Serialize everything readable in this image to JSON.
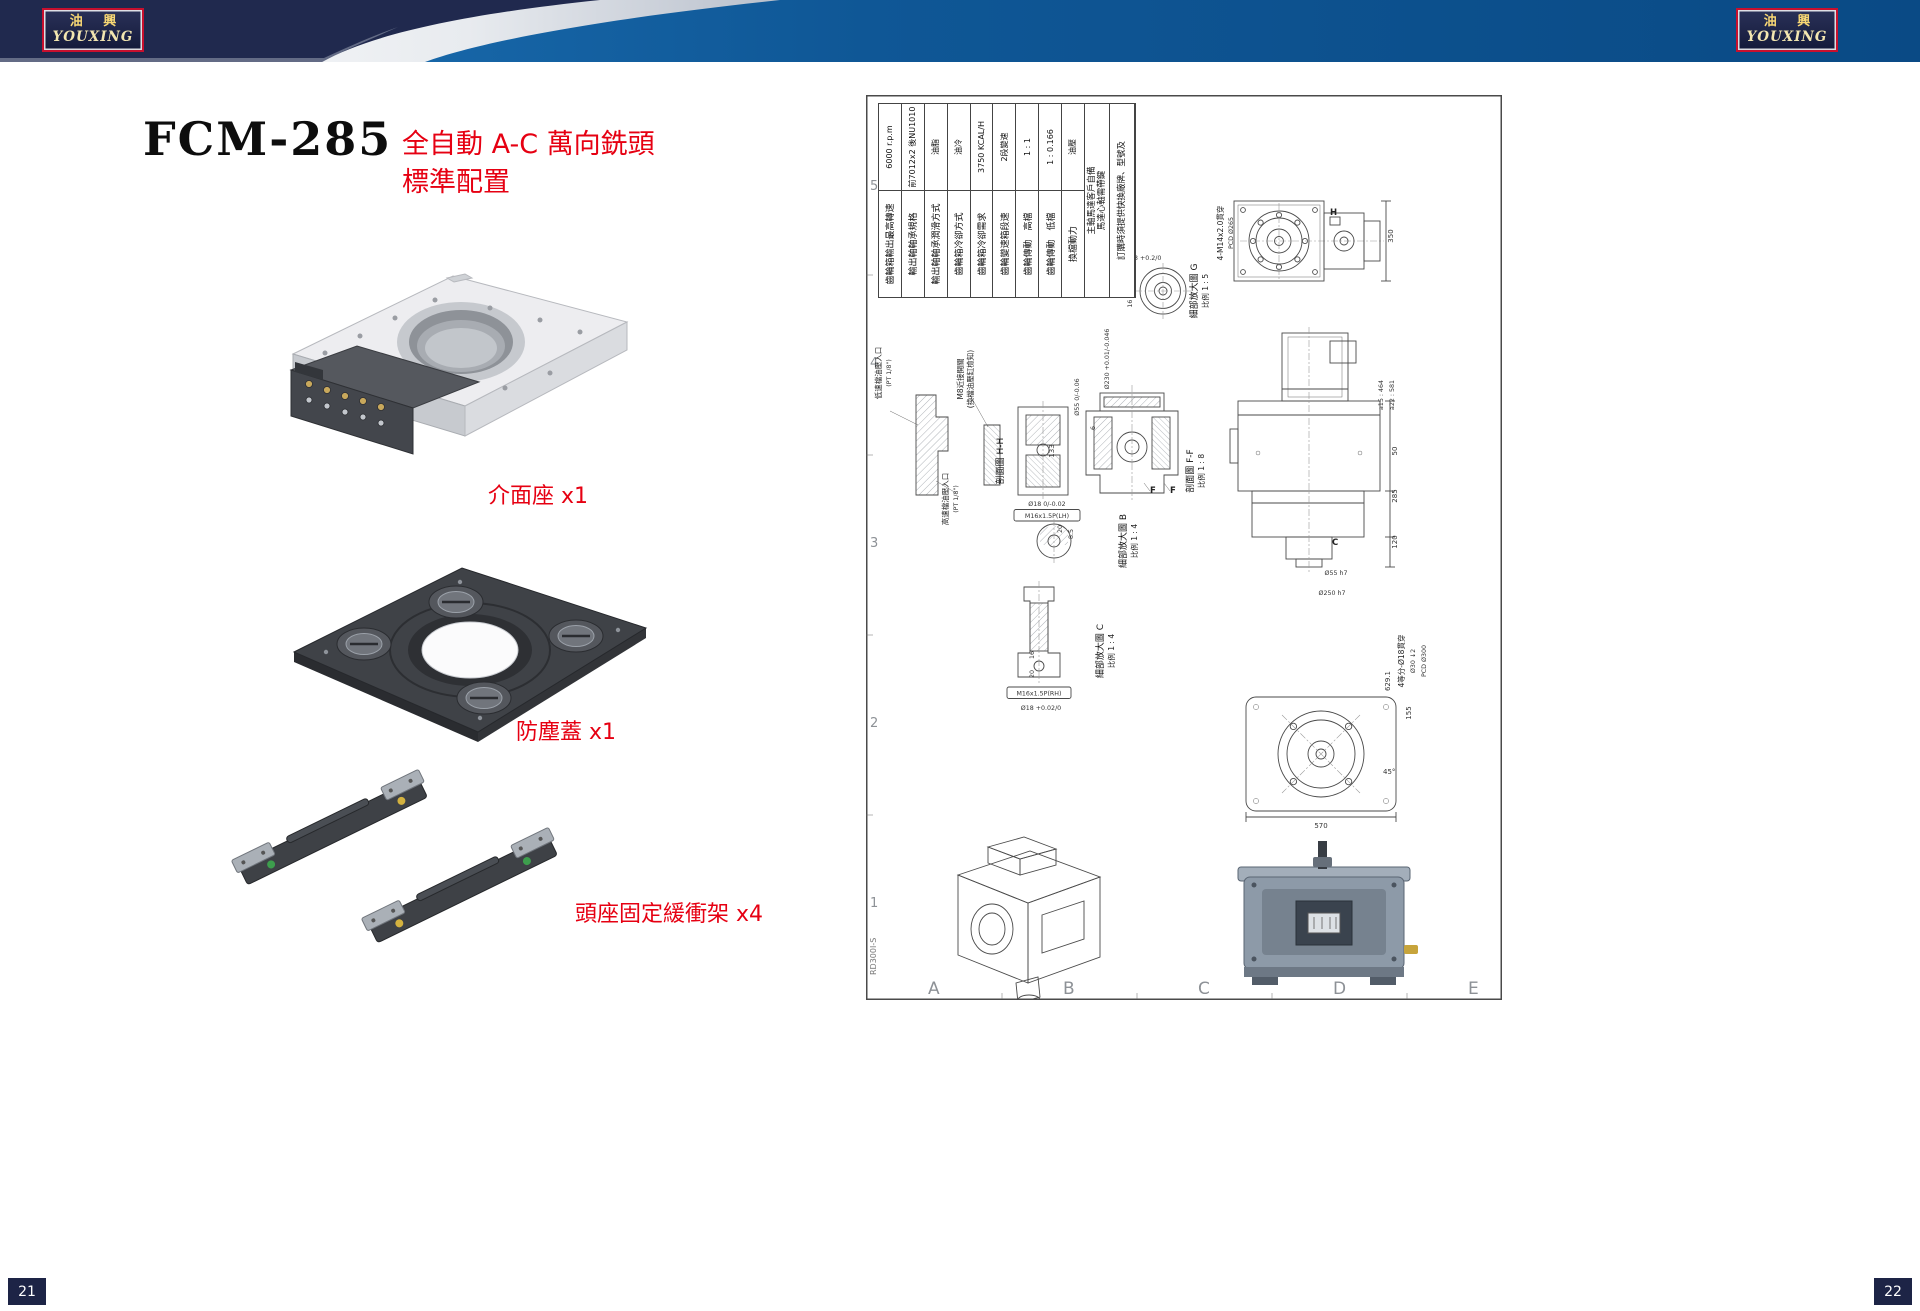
{
  "brand": {
    "logo_cn": "油 興",
    "logo_en": "YOUXING"
  },
  "footer": {
    "left_page_number": "21",
    "right_page_number": "22"
  },
  "left_page": {
    "model": "FCM-285",
    "subtitle_line1": "全自動 A-C 萬向銑頭",
    "subtitle_line2": "標準配置",
    "parts": {
      "interface_seat_label": "介面座 x1",
      "dust_cover_label": "防塵蓋 x1",
      "bracket_label": "頭座固定緩衝架 x4"
    }
  },
  "sheet": {
    "doc_number": "RD300I-S",
    "grid_rows": [
      "5",
      "4",
      "3",
      "2",
      "1"
    ],
    "grid_cols": [
      "A",
      "B",
      "C",
      "D",
      "E"
    ],
    "spec_table": {
      "rows": [
        {
          "label": "齒輪箱輸出最高轉速",
          "value": "6000 r.p.m"
        },
        {
          "label": "輸出軸軸承規格",
          "value": "前7012x2 後NU1010"
        },
        {
          "label": "輸出軸軸承潤滑方式",
          "value": "油脂"
        },
        {
          "label": "齒輪箱冷卻方式",
          "value": "油冷"
        },
        {
          "label": "齒輪箱冷卻需求",
          "value": "3750 KCAL/H"
        },
        {
          "label": "齒輪變速箱段速",
          "value": "2段變速"
        },
        {
          "label": "齒輪傳動　高檔",
          "value": "1 : 1"
        },
        {
          "label": "齒輪傳動　低檔",
          "value": "1 : 0.166"
        },
        {
          "label": "換檔動力",
          "value": "油壓"
        }
      ],
      "note_line1": "主軸馬達客戶自備",
      "note_line2": "馬達心軸需帶鍵",
      "note_line3": "訂購時須提供快換廠牌、型號及"
    },
    "top_view": {
      "callout_line1": "4-M14x2.0貫穿",
      "callout_line2": "PCD Ø265",
      "dim_350": "350",
      "mark_h": "H"
    },
    "detail_g": {
      "caption": "細部放大圖 G",
      "scale": "比例 1 : 5",
      "dim_59": "59.3 +0.2/0",
      "dim_16": "16 ±0.021"
    },
    "callouts": {
      "low_port_line1": "低速檔油壓入口",
      "low_port_line2": "(PT 1/8\")",
      "high_port_line1": "高速檔油壓入口",
      "high_port_line2": "(PT 1/8\")",
      "m8_line1": "M8近接開關",
      "m8_line2": "(換檔油壓缸檢知)"
    },
    "section_hh": {
      "caption": "剖面圖 H-H",
      "dim_133": "133",
      "dim_d18": "Ø18 0/-0.02",
      "thread": "M16x1.5P(LH)"
    },
    "section_ff": {
      "caption": "剖面圖 F-F",
      "scale": "比例 1 : 8",
      "dim_d230": "Ø230 +0.01/-0.046",
      "dim_d55": "Ø55 0/-0.06",
      "dim_6": "6",
      "mark_f": "F"
    },
    "detail_b": {
      "caption": "細部放大圖 B",
      "scale": "比例 1 : 4",
      "dim_20": "20",
      "dim_85": "8.5"
    },
    "detail_c": {
      "caption": "細部放大圖 C",
      "scale": "比例 1 : 4",
      "dim_16": "16",
      "dim_20": "20",
      "thread": "M16x1.5P(RH)",
      "dim_d18": "Ø18 +0.02/0"
    },
    "side_view": {
      "dim_a15": "a15 : 464",
      "dim_a22": "a22 : 581",
      "dim_50": "50",
      "dim_285": "285",
      "dim_120": "120",
      "dim_d55": "Ø55 h7",
      "dim_d250": "Ø250 h7",
      "mark_c": "C"
    },
    "front_view": {
      "dim_629": "629.1",
      "dim_155": "155",
      "dim_45": "45°",
      "dim_570": "570",
      "callout_line1": "4等分-Ø18貫穿",
      "callout_line2": "Ø30 ↓2",
      "callout_line3": "PCD Ø300"
    }
  }
}
